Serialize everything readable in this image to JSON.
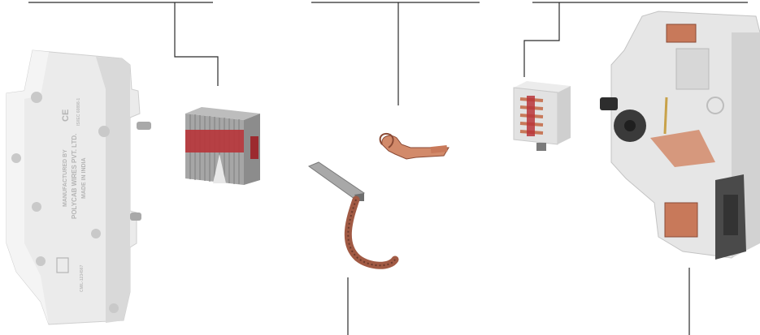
{
  "image": {
    "description_free": true,
    "background": "#ffffff"
  },
  "housing_label": {
    "line1": "MANUFACTURED BY",
    "line2": "POLYCAB WIRES PVT. LTD.",
    "line3": "MADE IN INDIA",
    "ce_mark": "CE",
    "small_text": "IS/IEC 60898-1",
    "code": "CM/L-1234567"
  },
  "colors": {
    "leader_line": "#2b2b2b",
    "plastic": "#e9e9e9",
    "plastic_shade": "#cfcfcf",
    "copper": "#c8795a",
    "copper_dark": "#8a4a35",
    "red_part": "#b8353a",
    "metal": "#9a9a9a",
    "dark_grey": "#4a4a4a"
  }
}
